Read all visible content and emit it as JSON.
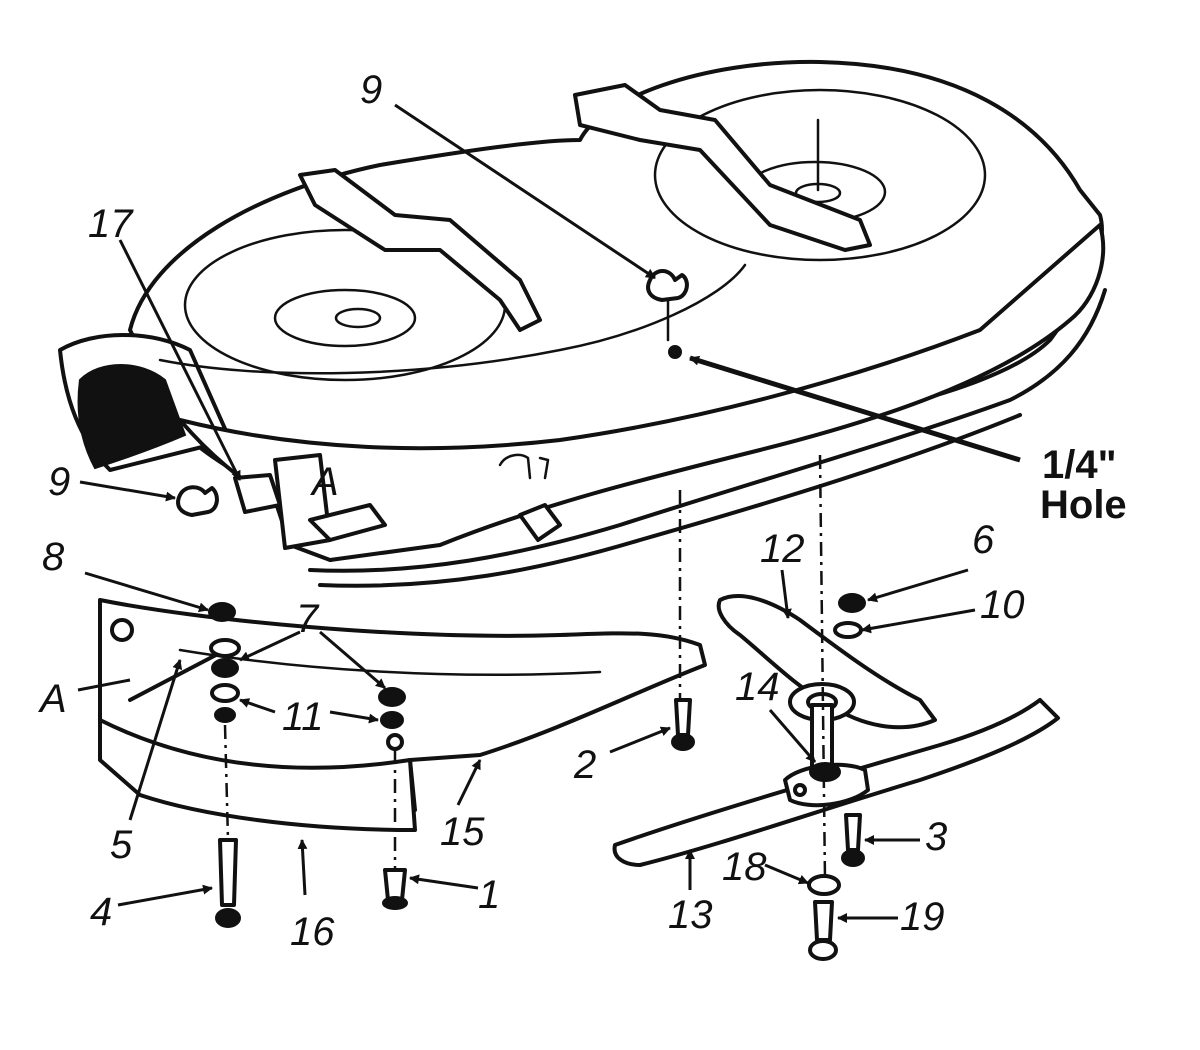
{
  "callouts": {
    "c1": "1",
    "c2": "2",
    "c3": "3",
    "c4": "4",
    "c5": "5",
    "c6": "6",
    "c7": "7",
    "c8": "8",
    "c9a": "9",
    "c9b": "9",
    "c10": "10",
    "c11": "11",
    "c12": "12",
    "c13": "13",
    "c14": "14",
    "c15": "15",
    "c16": "16",
    "c17": "17",
    "c18": "18",
    "c19": "19",
    "ref_a_left": "A",
    "ref_a_deck": "A"
  },
  "hole_note": {
    "line1": "1/4\"",
    "line2": "Hole"
  },
  "colors": {
    "ink": "#111111",
    "paper": "#ffffff"
  }
}
